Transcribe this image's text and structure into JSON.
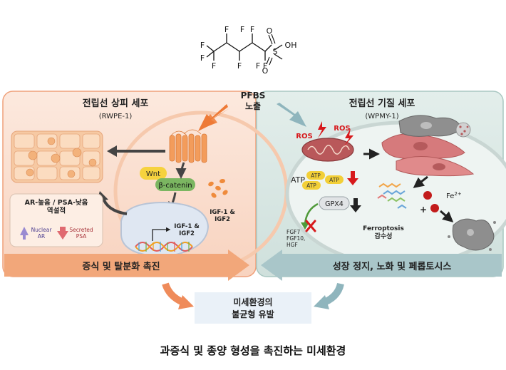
{
  "molecule": {
    "atoms": [
      "F",
      "F",
      "F",
      "F",
      "F",
      "F",
      "F",
      "F",
      "F",
      "S",
      "O",
      "O",
      "OH"
    ]
  },
  "center_label": {
    "line1": "PFBS",
    "line2": "노출"
  },
  "left_panel": {
    "title": "전립선 상피 세포",
    "subtitle": "(RWPE-1)",
    "wnt": "Wnt",
    "beta_catenin": "β-catenin",
    "igf_right": "IGF-1 &\nIGF2",
    "igf_nucleus": "IGF-1 &\nIGF2",
    "ar_box_title": "AR-높음 / PSA-낮음\n역설적",
    "nuclear_ar": "Nuclear\nAR",
    "secreted_psa": "Secreted\nPSA",
    "banner": "증식 및 탈분화 촉진"
  },
  "right_panel": {
    "title": "전립선 기질 세포",
    "subtitle": "(WPMY-1)",
    "ros1": "ROS",
    "ros2": "ROS",
    "atp_big": "ATP",
    "atp_chips": [
      "ATP",
      "ATP",
      "ATP"
    ],
    "gpx4": "GPX4",
    "fgf": "FGF7\nFGF10,\nHGF",
    "ferroptosis": "Ferroptosis\n감수성",
    "fe": "Fe",
    "fe_sup": "2+",
    "plus": "+",
    "banner": "성장 정지, 노화 및 페롭토시스"
  },
  "bottom_box": {
    "line1": "미세환경의",
    "line2": "불균형 유발"
  },
  "caption": "과증식 및 종양 형성을 촉진하는 미세환경",
  "colors": {
    "left_panel_bg": "#fbe3d6",
    "left_border": "#ef8b5a",
    "right_panel_bg": "#dce9e6",
    "right_border": "#98bcb6",
    "orange_arrow": "#ef8b5a",
    "teal_arrow": "#8fb5bd",
    "ros_red": "#d7191c",
    "atp_yellow": "#f2cf37",
    "green": "#6aa84f",
    "bottom_box": "#eaf1f8"
  }
}
